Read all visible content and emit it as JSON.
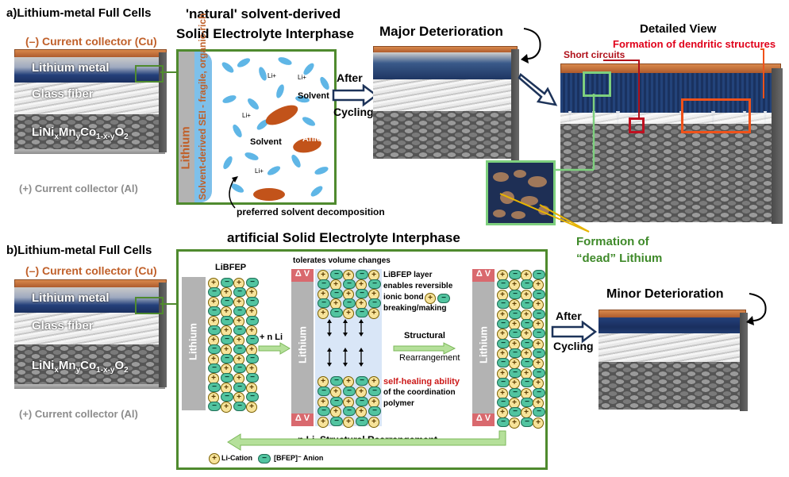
{
  "panel_a": {
    "letter": "a)",
    "title": "Lithium-metal Full Cells",
    "cc_cu": "(–) Current collector (Cu)",
    "li_metal": "Lithium metal",
    "glass_fiber": "Glass fiber",
    "cathode": "LiNixMnyCo1-x-yO2",
    "cc_al": "(+) Current collector (Al)",
    "sei_title_1": "'natural' solvent-derived",
    "sei_title_2": "Solid Electrolyte Interphase",
    "box_lithium": "Lithium",
    "box_sei": "Solvent-derived SEI - fragile, organic-rich",
    "solvent": "Solvent",
    "anion": "Anion",
    "li_plus": "Li+",
    "decomp": "preferred solvent decomposition",
    "after": "After",
    "cycling": "Cycling",
    "major": "Major Deterioration",
    "detailed": "Detailed   View",
    "dendritic": "Formation of dendritic structures",
    "short": "Short circuits",
    "dead_1": "Formation of",
    "dead_2": "“dead” Lithium"
  },
  "panel_b": {
    "letter": "b)",
    "title": "Lithium-metal Full Cells",
    "cc_cu": "(–) Current collector (Cu)",
    "li_metal": "Lithium metal",
    "glass_fiber": "Glass fiber",
    "cathode": "LiNixMnyCo1-x-yO2",
    "cc_al": "(+) Current collector (Al)",
    "sei_title": "artificial Solid Electrolyte Interphase",
    "libfep": "LiBFEP",
    "lithium": "Lithium",
    "plus_li": "+ n Li",
    "tolerates": "tolerates volume changes",
    "layer_1": "LiBFEP layer",
    "layer_2": "enables reversible",
    "layer_3": "ionic bond",
    "layer_4": "breaking/making",
    "dv": "Δ V",
    "structural_1": "Structural",
    "structural_2": "Rearrangement",
    "self_heal": "self-healing ability",
    "coord_1": "of the coordination",
    "coord_2": "polymer",
    "minus_li": "– n Li, Structural Rearrangement",
    "legend_cation": "Li-Cation",
    "legend_anion": "[BFEP]⁻ Anion",
    "after": "After",
    "cycling": "Cycling",
    "minor": "Minor Deterioration"
  },
  "colors": {
    "orange": "#c0602a",
    "green_box": "#4f8a2e",
    "red": "#e0001a",
    "dark_red": "#b0101a",
    "green_text": "#3f8a2a",
    "self_heal": "#cc1a1a"
  }
}
